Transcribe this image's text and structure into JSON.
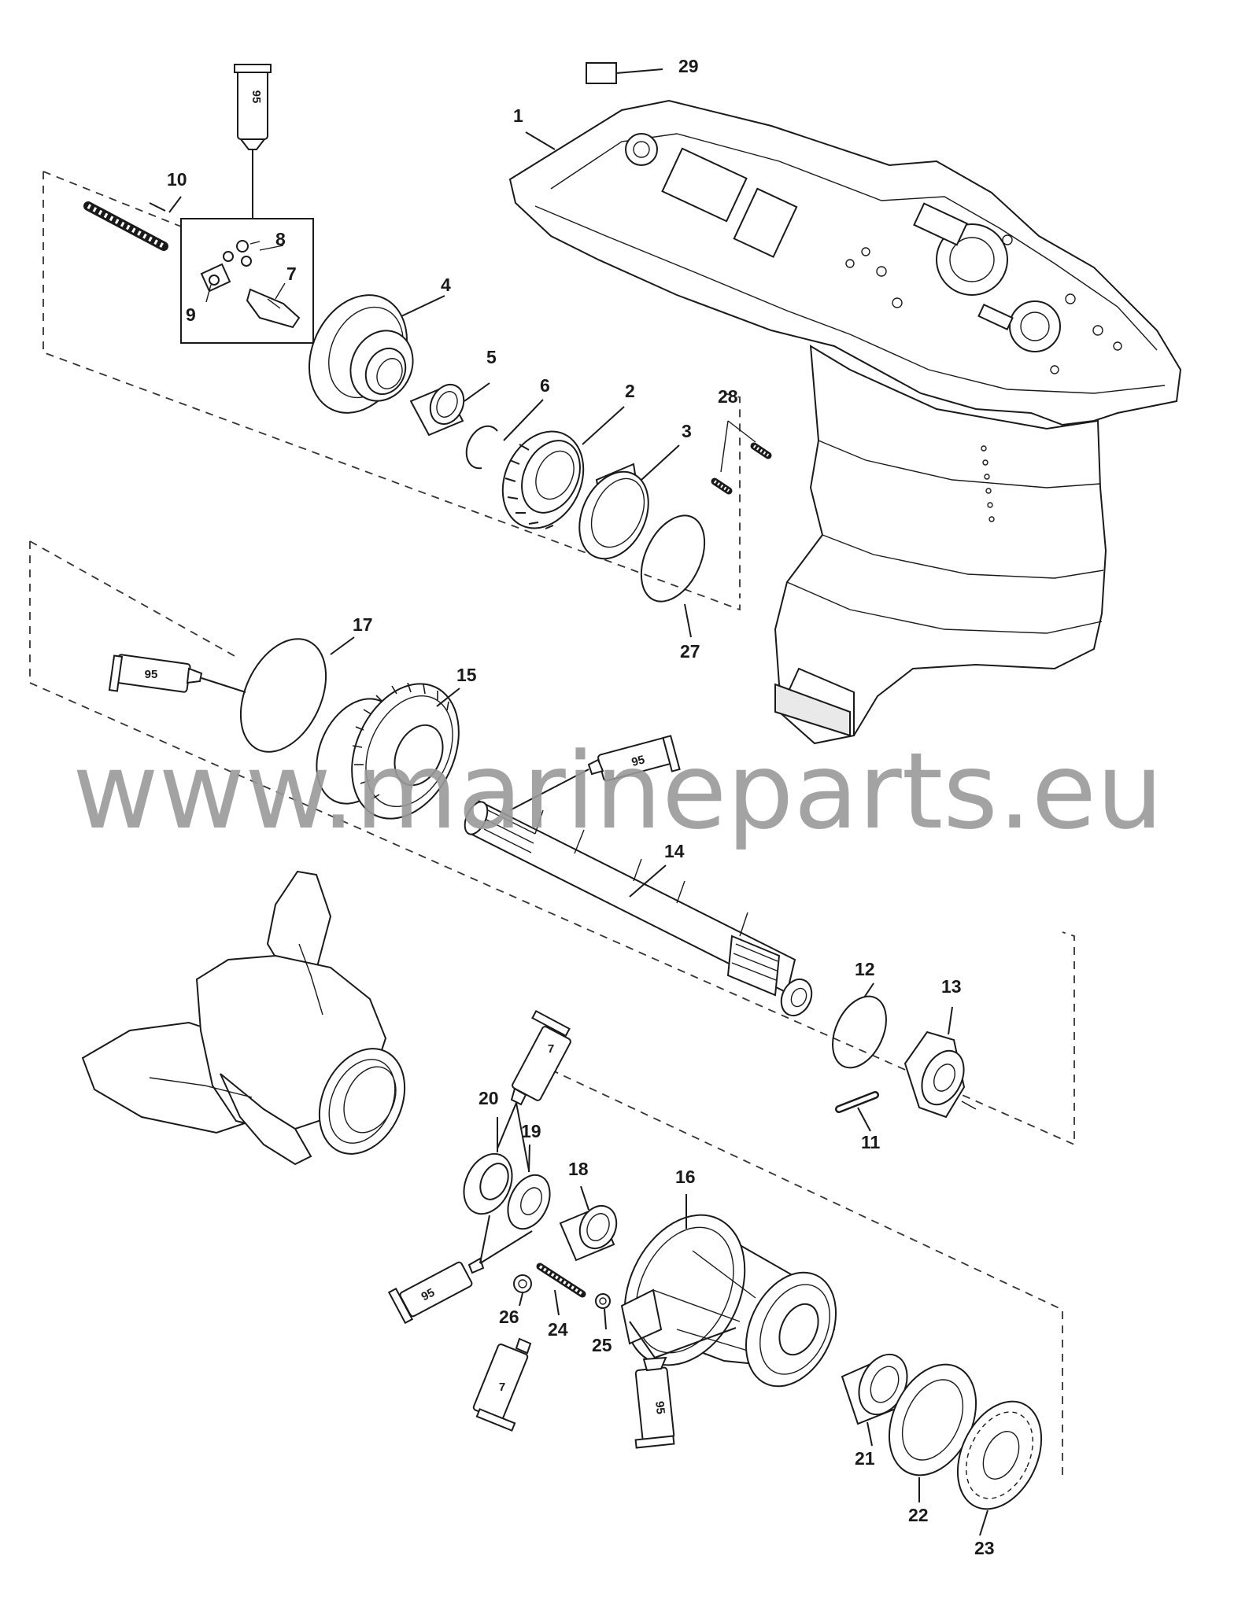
{
  "watermark": "www.marineparts.eu",
  "sealant_tubes": {
    "loctite_95": "95",
    "loctite_7": "7"
  },
  "callouts": [
    "1",
    "2",
    "3",
    "4",
    "5",
    "6",
    "7",
    "8",
    "9",
    "10",
    "11",
    "12",
    "13",
    "14",
    "15",
    "16",
    "17",
    "18",
    "19",
    "20",
    "21",
    "22",
    "23",
    "24",
    "25",
    "26",
    "27",
    "28",
    "29"
  ]
}
